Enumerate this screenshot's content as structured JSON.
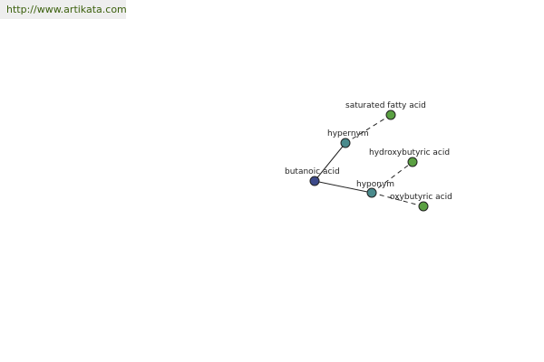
{
  "site": {
    "url": "http://www.artikata.com"
  },
  "graph": {
    "nodes": [
      {
        "id": "butanoic-acid",
        "label": "butanoic acid",
        "color": "#3d4a8a",
        "role": "root"
      },
      {
        "id": "hypernym",
        "label": "hypernym",
        "color": "#4a8a8c",
        "role": "relation"
      },
      {
        "id": "hyponym",
        "label": "hyponym",
        "color": "#4a8a8c",
        "role": "relation"
      },
      {
        "id": "saturated-fatty-acid",
        "label": "saturated fatty acid",
        "color": "#5aa042",
        "role": "term"
      },
      {
        "id": "hydroxybutyric-acid",
        "label": "hydroxybutyric acid",
        "color": "#5aa042",
        "role": "term"
      },
      {
        "id": "oxybutyric-acid",
        "label": "oxybutyric acid",
        "color": "#5aa042",
        "role": "term"
      }
    ],
    "edges": [
      {
        "from": "butanoic-acid",
        "to": "hypernym",
        "style": "solid"
      },
      {
        "from": "butanoic-acid",
        "to": "hyponym",
        "style": "solid"
      },
      {
        "from": "hypernym",
        "to": "saturated-fatty-acid",
        "style": "dashed"
      },
      {
        "from": "hyponym",
        "to": "hydroxybutyric-acid",
        "style": "dashed"
      },
      {
        "from": "hyponym",
        "to": "oxybutyric-acid",
        "style": "dashed"
      }
    ]
  }
}
